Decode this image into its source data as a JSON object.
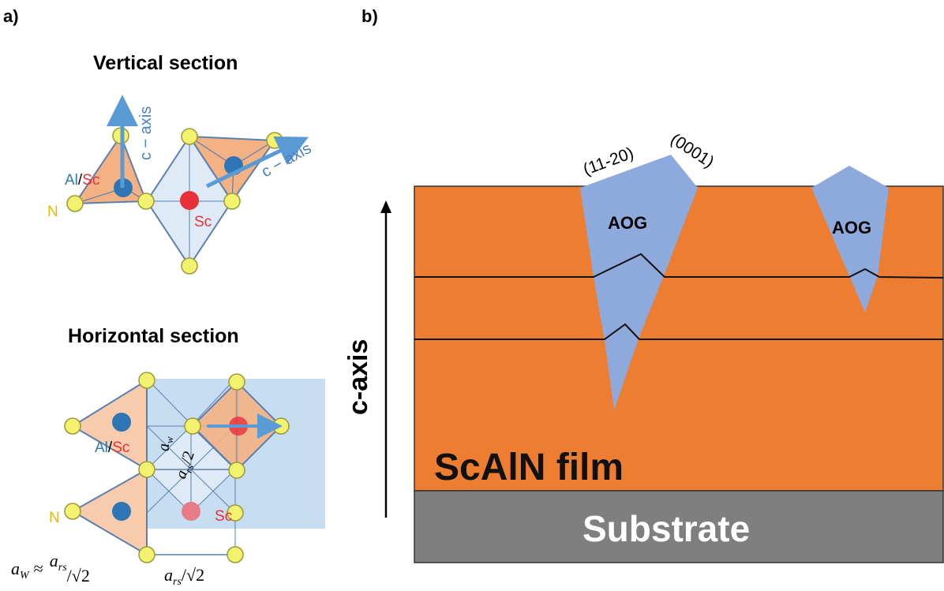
{
  "panel_a": {
    "label": "a)",
    "vertical_title": "Vertical section",
    "horizontal_title": "Horizontal section",
    "c_axis_label_1": "c − axis",
    "c_axis_label_2": "c − axis",
    "al_text": "Al",
    "slash": "/",
    "sc_text": "Sc",
    "n_label_top": "N",
    "sc_label_top": "Sc",
    "al_text_2": "Al",
    "slash_2": "/",
    "sc_text_2": "Sc",
    "n_label_bottom": "N",
    "sc_label_bottom": "Sc",
    "aw_label": "a",
    "aw_sub": "w",
    "ars2_label": "a",
    "ars2_sub": "rs",
    "ars2_suffix": "/2",
    "formula_left_a": "a",
    "formula_left_sub": "W",
    "formula_approx": "≈",
    "formula_num": "a",
    "formula_num_sub": "rs",
    "formula_den": "/√2",
    "formula_right_a": "a",
    "formula_right_sub": "rs",
    "formula_right_den": "/√2"
  },
  "panel_b": {
    "label": "b)",
    "facet_1": "(11-20)",
    "facet_2": "(0001)",
    "aog_1": "AOG",
    "aog_2": "AOG",
    "axis_label": "c-axis",
    "film_label": "ScAlN film",
    "substrate_label": "Substrate"
  },
  "colors": {
    "film": "#ED7D31",
    "substrate": "#7F7F7F",
    "grain": "#8EA9DB",
    "atom_yellow": "#F2F26E",
    "atom_blue": "#2E75B6",
    "atom_red": "#E8303A",
    "axis_arrow": "#5B9BD5"
  }
}
